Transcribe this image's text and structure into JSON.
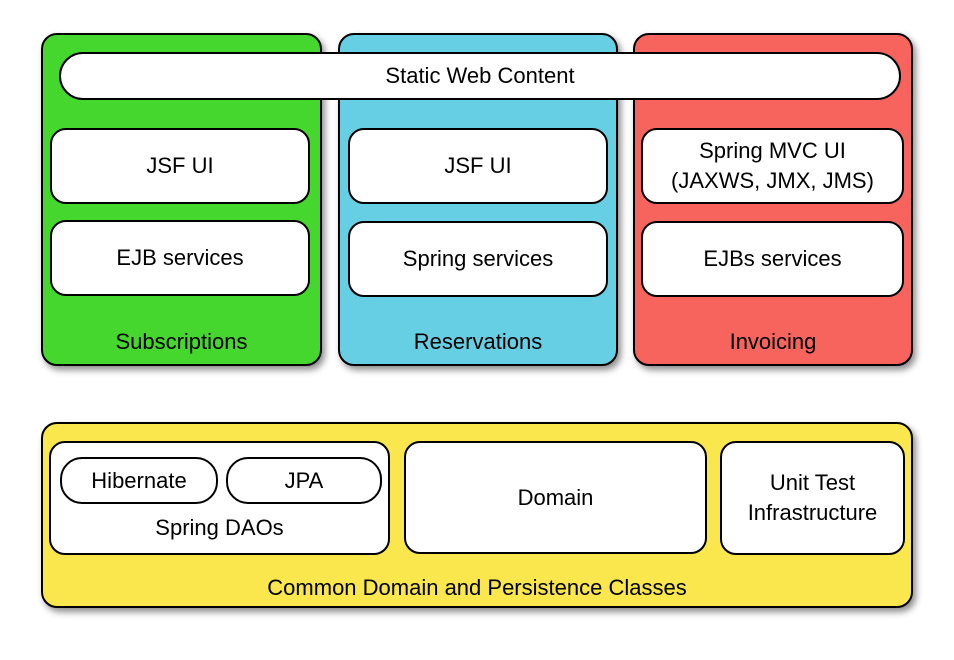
{
  "top": {
    "static_web": "Static Web Content",
    "columns": [
      {
        "name": "Subscriptions",
        "color": "#46d72f",
        "boxes": [
          "JSF UI",
          "EJB services"
        ]
      },
      {
        "name": "Reservations",
        "color": "#66cfe3",
        "boxes": [
          "JSF UI",
          "Spring services"
        ]
      },
      {
        "name": "Invoicing",
        "color": "#f7645e",
        "boxes": [
          "Spring MVC UI\n(JAXWS, JMX, JMS)",
          "EJBs services"
        ]
      }
    ]
  },
  "bottom": {
    "title": "Common Domain and Persistence Classes",
    "color": "#fae64d",
    "spring_daos": {
      "label": "Spring DAOs",
      "items": [
        "Hibernate",
        "JPA"
      ]
    },
    "domain": "Domain",
    "unit_test": "Unit Test\nInfrastructure"
  }
}
